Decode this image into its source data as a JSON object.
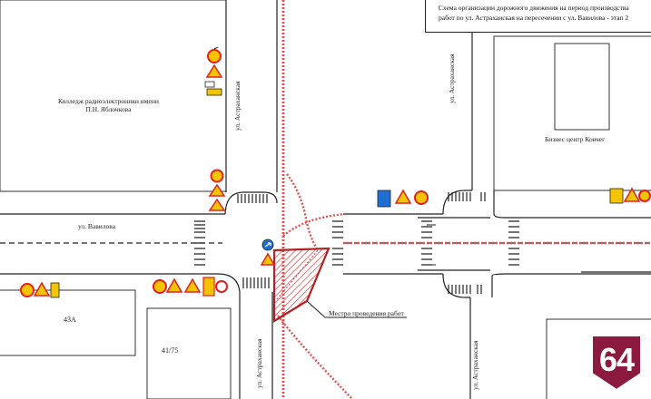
{
  "title_box": {
    "line1": "Схема организации дорожного движения на период производства",
    "line2": "работ по ул. Астраханская на пересечении с ул. Вавилова - этап 2"
  },
  "labels": {
    "college_line1": "Колледж радиоэлектроники имени",
    "college_line2": "П.Н. Яблочкова",
    "business_center": "Бизнес центр Ковчег",
    "street_vavilova": "ул. Вавилова",
    "street_astrakhanskaya_top": "ул. Астраханская",
    "street_astrakhanskaya_top_right": "ул. Астраханская",
    "street_astrakhanskaya_bottom": "ул. Астраханская",
    "street_astrakhanskaya_bottom_right": "ул. Астраханская",
    "building_43a": "43А",
    "building_41_75": "41/75",
    "work_site": "Местро проведения работ"
  },
  "badge": {
    "text": "64",
    "color": "#8b1a3e"
  },
  "colors": {
    "work_zone": "#e03a3a",
    "road_line": "#222222",
    "sign_yellow": "#f5c400",
    "sign_blue": "#1f6fd1",
    "sign_red": "#e02020"
  },
  "sign_icons": [
    "speed-limit-20-sign-icon",
    "road-works-sign-icon",
    "narrowing-sign-icon",
    "lane-direction-sign-icon",
    "keep-right-sign-icon",
    "direction-arrow-sign-icon"
  ]
}
